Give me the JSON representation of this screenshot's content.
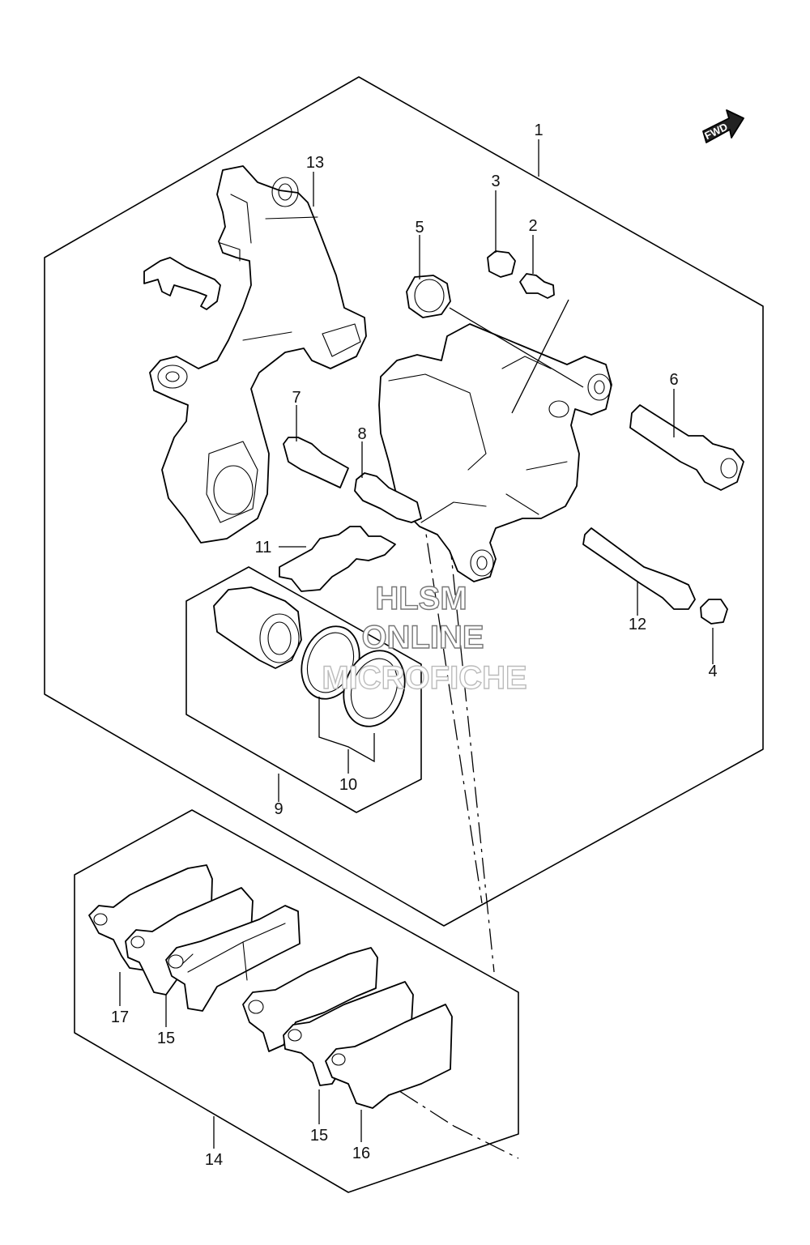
{
  "callouts": {
    "c1": "1",
    "c2": "2",
    "c3": "3",
    "c4": "4",
    "c5": "5",
    "c6": "6",
    "c7": "7",
    "c8": "8",
    "c9": "9",
    "c10": "10",
    "c11": "11",
    "c12": "12",
    "c13": "13",
    "c14": "14",
    "c15a": "15",
    "c15b": "15",
    "c16": "16",
    "c17": "17"
  },
  "watermark": {
    "line1": "HLSM",
    "line2": "ONLINE",
    "line3": "MICROFICHE"
  },
  "direction_marker": {
    "label": "FWD",
    "icon": "fwd-arrow-icon"
  },
  "colors": {
    "line": "#000000",
    "background": "#ffffff",
    "watermark_outline": "#777777"
  }
}
